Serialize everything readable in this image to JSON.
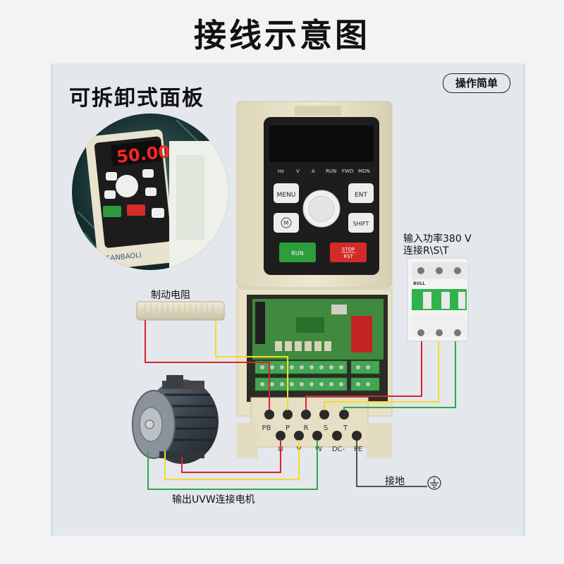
{
  "title": "接线示意图",
  "subtitle": "可拆卸式面板",
  "badge": "操作简单",
  "labels": {
    "brake_resistor": "制动电阻",
    "input_power_line1": "输入功率380 V",
    "input_power_line2": "连接R\\S\\T",
    "ground": "接地",
    "motor_output": "输出UVW连接电机"
  },
  "closeup_display": "50.00",
  "closeup_brand": "SANBAOLI",
  "display_indicators": [
    "Hz",
    "V",
    "A",
    "RUN",
    "FWD",
    "MON"
  ],
  "keys": {
    "menu": "MENU",
    "ent": "ENT",
    "m": "M",
    "shift": "SHIFT",
    "run": "RUN",
    "stop_line1": "STOP",
    "stop_line2": "RST"
  },
  "terminals_top": [
    "PB",
    "P",
    "R",
    "S",
    "T"
  ],
  "terminals_bottom": [
    "U",
    "V",
    "W",
    "DC-",
    "PE"
  ],
  "breaker_brand": "BULL",
  "colors": {
    "wire_red": "#d8242b",
    "wire_yellow": "#f2dc2a",
    "wire_green": "#2fa84f",
    "wire_black": "#222222",
    "body": "#e9e2c7",
    "panel_bg": "#e4e7ec",
    "run_key": "#2e9d3b",
    "stop_key": "#d32a2a"
  }
}
